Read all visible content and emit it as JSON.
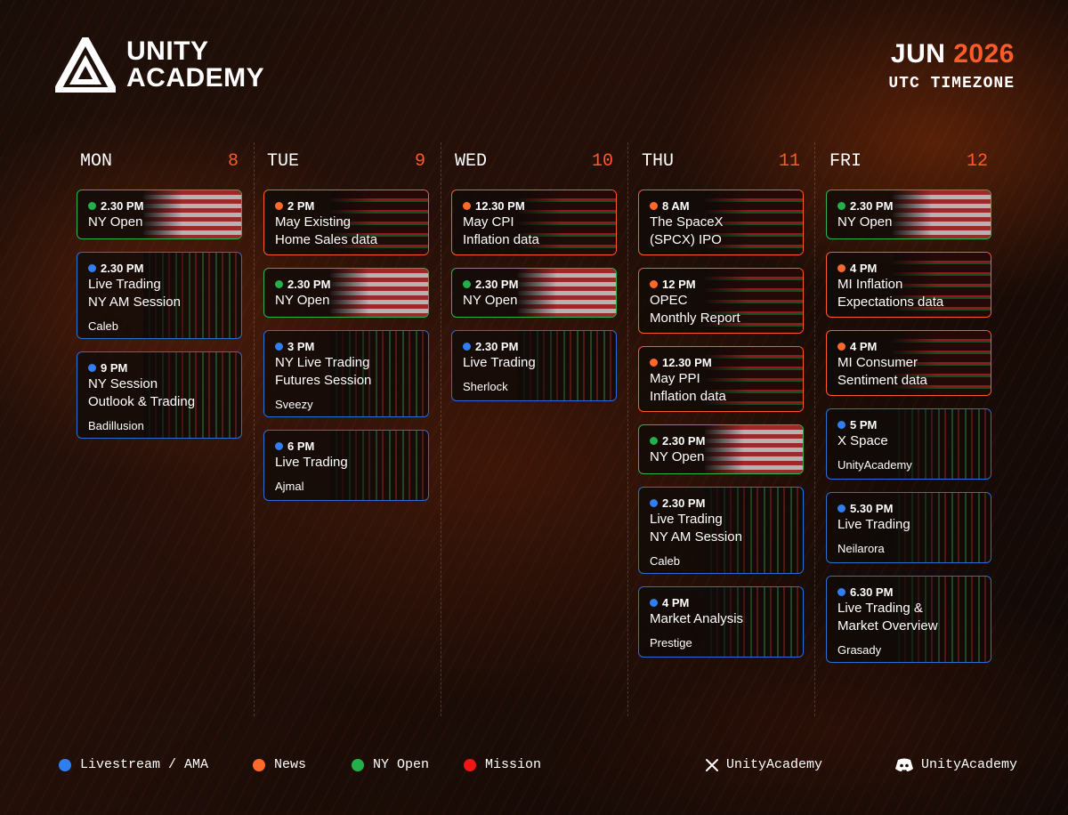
{
  "brand": {
    "line1": "UNITY",
    "line2": "ACADEMY"
  },
  "header": {
    "month": "JUN",
    "year": "2026",
    "timezone": "UTC TIMEZONE"
  },
  "days": [
    {
      "day": "MON",
      "date": "8",
      "events": [
        {
          "time": "2.30 PM",
          "title": [
            "NY Open"
          ],
          "host": "",
          "type": "ny"
        },
        {
          "time": "2.30 PM",
          "title": [
            "Live Trading",
            "NY AM Session"
          ],
          "host": "Caleb",
          "type": "livestream"
        },
        {
          "time": "9 PM",
          "title": [
            "NY Session",
            "Outlook & Trading"
          ],
          "host": "Badillusion",
          "type": "livestream"
        }
      ]
    },
    {
      "day": "TUE",
      "date": "9",
      "events": [
        {
          "time": "2 PM",
          "title": [
            "May Existing",
            "Home Sales data"
          ],
          "host": "",
          "type": "news"
        },
        {
          "time": "2.30 PM",
          "title": [
            "NY Open"
          ],
          "host": "",
          "type": "ny"
        },
        {
          "time": "3 PM",
          "title": [
            "NY Live Trading",
            "Futures Session"
          ],
          "host": "Sveezy",
          "type": "livestream"
        },
        {
          "time": "6 PM",
          "title": [
            "Live Trading"
          ],
          "host": "Ajmal",
          "type": "livestream"
        }
      ]
    },
    {
      "day": "WED",
      "date": "10",
      "events": [
        {
          "time": "12.30 PM",
          "title": [
            "May CPI",
            "Inflation data"
          ],
          "host": "",
          "type": "news"
        },
        {
          "time": "2.30 PM",
          "title": [
            "NY Open"
          ],
          "host": "",
          "type": "ny"
        },
        {
          "time": "2.30 PM",
          "title": [
            "Live Trading"
          ],
          "host": "Sherlock",
          "type": "livestream"
        }
      ]
    },
    {
      "day": "THU",
      "date": "11",
      "events": [
        {
          "time": "8 AM",
          "title": [
            "The SpaceX",
            "(SPCX) IPO"
          ],
          "host": "",
          "type": "news"
        },
        {
          "time": "12 PM",
          "title": [
            "OPEC",
            "Monthly Report"
          ],
          "host": "",
          "type": "news"
        },
        {
          "time": "12.30 PM",
          "title": [
            "May PPI",
            "Inflation data"
          ],
          "host": "",
          "type": "news"
        },
        {
          "time": "2.30 PM",
          "title": [
            "NY Open"
          ],
          "host": "",
          "type": "ny"
        },
        {
          "time": "2.30 PM",
          "title": [
            "Live Trading",
            "NY AM Session"
          ],
          "host": "Caleb",
          "type": "livestream"
        },
        {
          "time": "4 PM",
          "title": [
            "Market Analysis"
          ],
          "host": "Prestige",
          "type": "livestream"
        }
      ]
    },
    {
      "day": "FRI",
      "date": "12",
      "events": [
        {
          "time": "2.30 PM",
          "title": [
            "NY Open"
          ],
          "host": "",
          "type": "ny"
        },
        {
          "time": "4 PM",
          "title": [
            "MI Inflation",
            "Expectations data"
          ],
          "host": "",
          "type": "news"
        },
        {
          "time": "4 PM",
          "title": [
            "MI Consumer",
            "Sentiment data"
          ],
          "host": "",
          "type": "news"
        },
        {
          "time": "5 PM",
          "title": [
            "X Space"
          ],
          "host": "UnityAcademy",
          "type": "livestream"
        },
        {
          "time": "5.30 PM",
          "title": [
            "Live Trading"
          ],
          "host": "Neilarora",
          "type": "livestream"
        },
        {
          "time": "6.30 PM",
          "title": [
            "Live Trading &",
            "Market Overview"
          ],
          "host": "Grasady",
          "type": "livestream"
        }
      ]
    }
  ],
  "legend": [
    {
      "label": "Livestream / AMA",
      "color": "#2f7ff0"
    },
    {
      "label": "News",
      "color": "#ff6a2a"
    },
    {
      "label": "NY Open",
      "color": "#23b04a"
    },
    {
      "label": "Mission",
      "color": "#f01616"
    }
  ],
  "social": {
    "x_handle": "UnityAcademy",
    "discord_handle": "UnityAcademy",
    "x_icon": "x-logo-icon",
    "discord_icon": "discord-icon"
  }
}
